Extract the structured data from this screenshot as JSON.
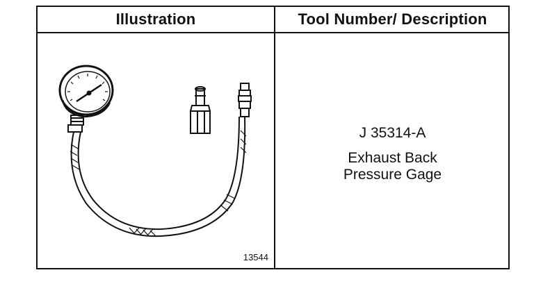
{
  "table": {
    "header_illustration": "Illustration",
    "header_description": "Tool Number/ Description",
    "figure_number": "13544",
    "tool_number": "J 35314-A",
    "tool_description_line1": "Exhaust Back",
    "tool_description_line2": "Pressure Gage"
  }
}
